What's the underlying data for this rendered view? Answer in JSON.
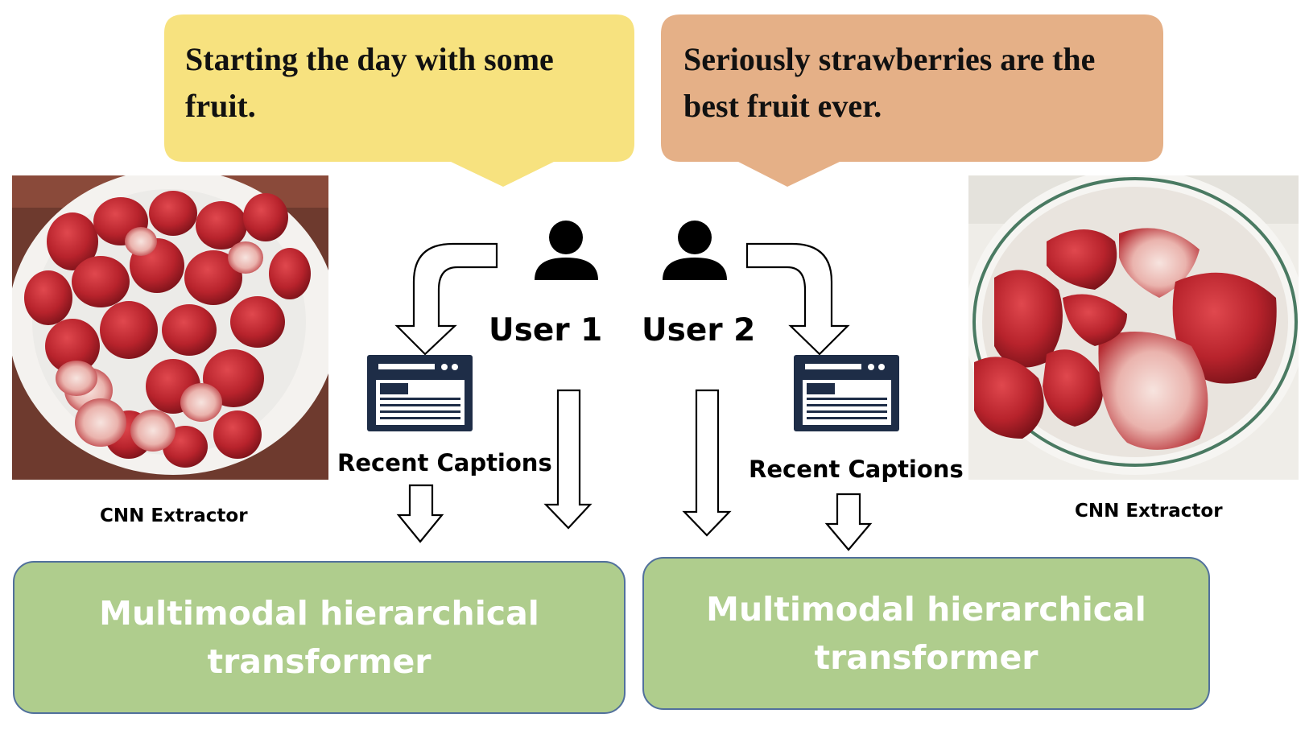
{
  "user1": {
    "post_text": "Starting the day with some fruit.",
    "label": "User 1",
    "recent_captions_label": "Recent Captions",
    "cnn_label": "CNN Extractor",
    "model_label": "Multimodal hierarchical transformer",
    "bubble_color": "#f7e27f"
  },
  "user2": {
    "post_text": "Seriously strawberries are the best fruit ever.",
    "label": "User 2",
    "recent_captions_label": "Recent Captions",
    "cnn_label": "CNN Extractor",
    "model_label": "Multimodal hierarchical transformer",
    "bubble_color": "#e5b087"
  },
  "colors": {
    "model_fill": "#afcd8d",
    "model_border": "#51709c",
    "document_icon": "#1e2d47",
    "strawberry": "#b8232c"
  },
  "icons": {
    "user": "person-icon",
    "captions": "document-window-icon",
    "photo": "strawberry-bowl-photo"
  }
}
